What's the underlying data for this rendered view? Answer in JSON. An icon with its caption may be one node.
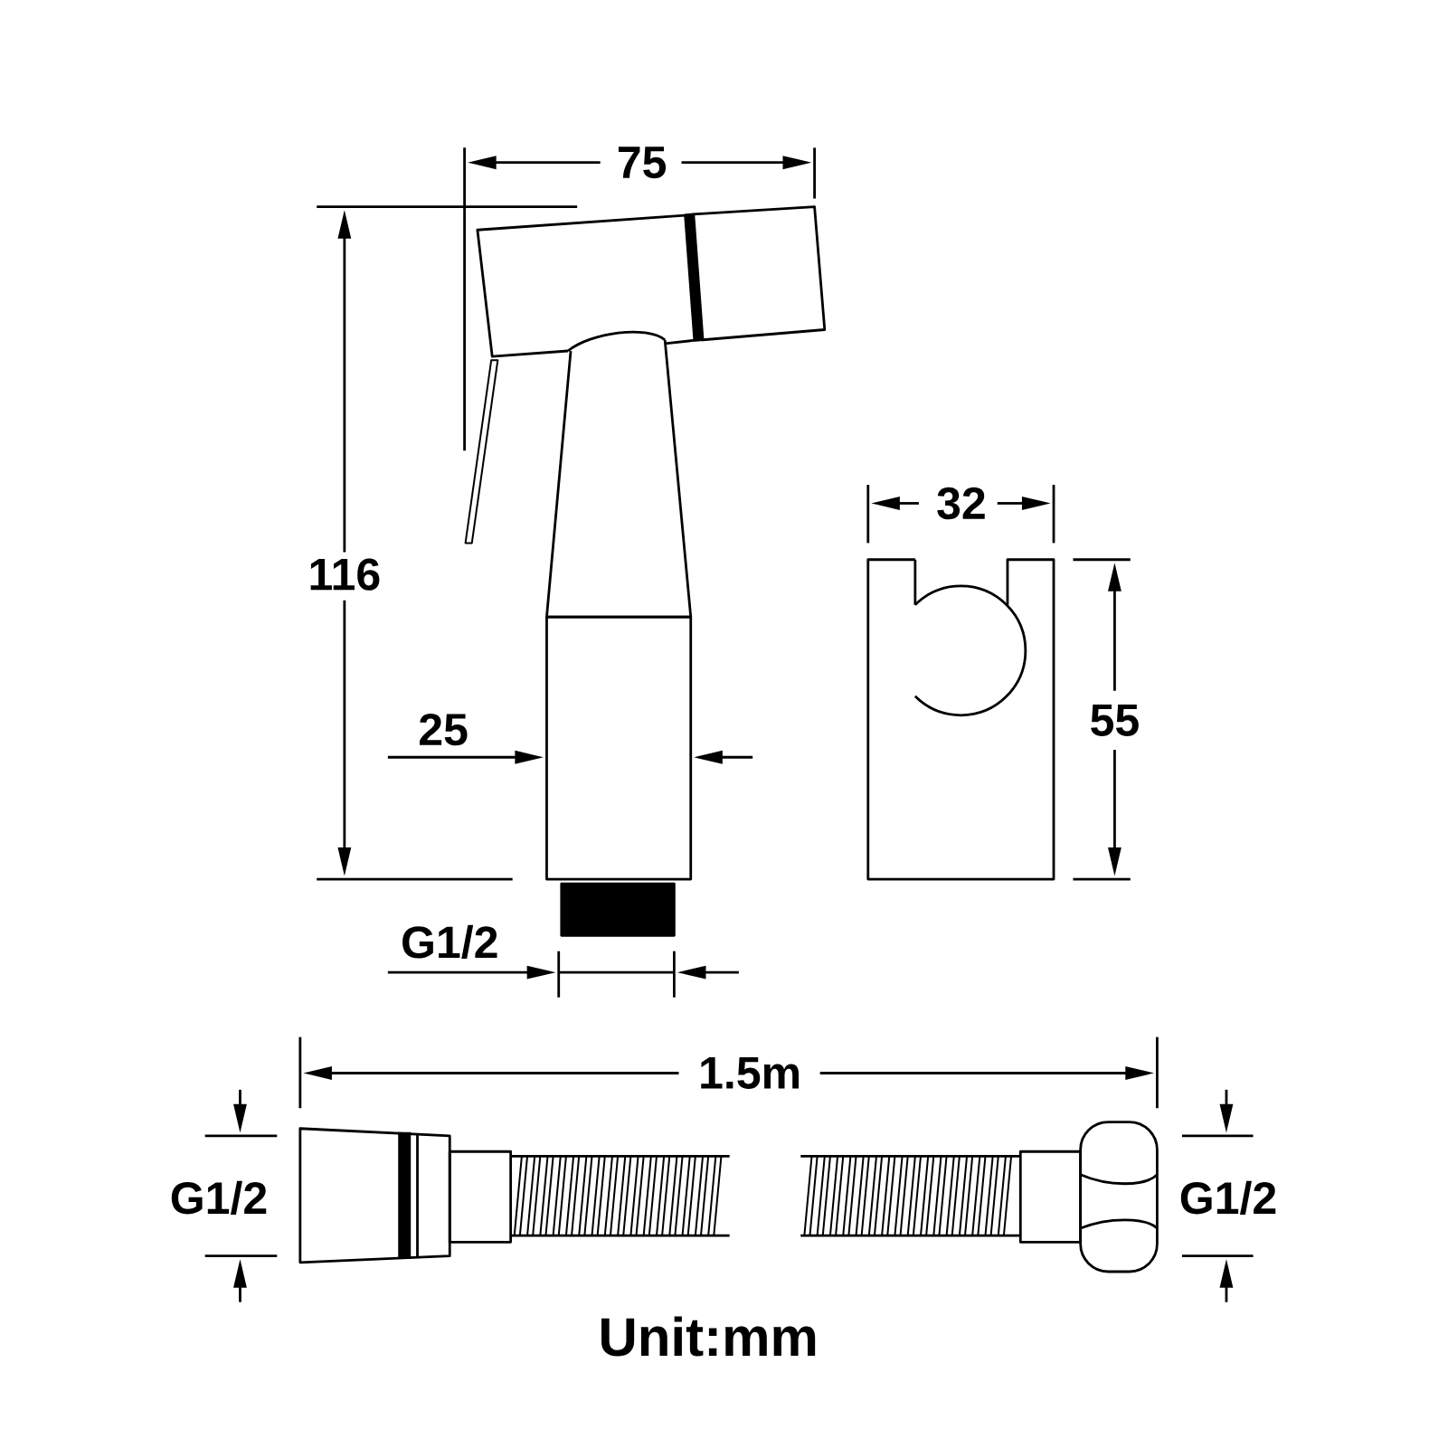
{
  "diagram": {
    "labels": [
      "75",
      "116",
      "25",
      "G1/2",
      "32",
      "55",
      "1.5m",
      "G1/2",
      "G1/2",
      "Unit:mm"
    ]
  }
}
